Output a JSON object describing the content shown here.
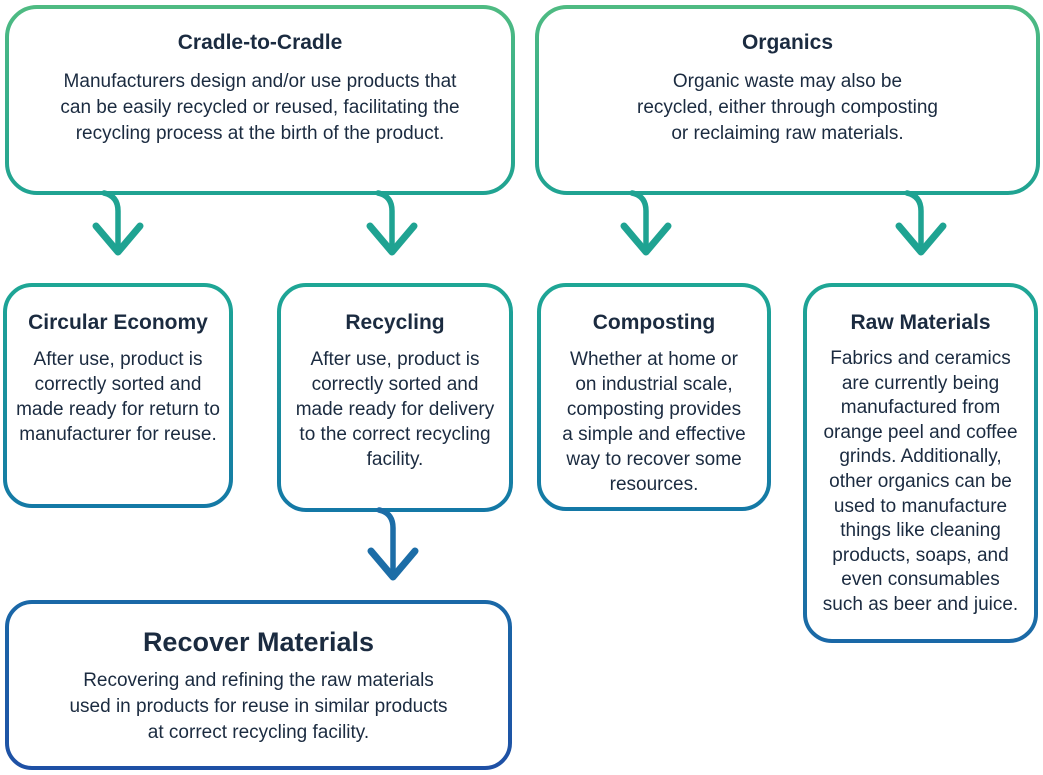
{
  "diagram_title": "Recycling pathways flow diagram",
  "colors": {
    "green_top": "#4fbb82",
    "teal": "#1fa392",
    "teal_mid_top": "#1ea795",
    "blue_mid_bottom": "#1478a6",
    "blue_raw_bottom": "#1a68a7",
    "blue_arrow": "#1c6da7",
    "royal_top": "#1a68a7",
    "royal_bottom": "#1e50a5",
    "text": "#1b2b40"
  },
  "boxes": {
    "cradle_to_cradle": {
      "title": "Cradle-to-Cradle",
      "body": "Manufacturers design and/or use products that\ncan be easily recycled or reused, facilitating the\nrecycling process at the birth of the product."
    },
    "organics": {
      "title": "Organics",
      "body": "Organic waste may also be\nrecycled, either through composting\nor reclaiming raw materials."
    },
    "circular_economy": {
      "title": "Circular Economy",
      "body": "After use, product is\ncorrectly sorted and\nmade ready for return to\nmanufacturer for reuse."
    },
    "recycling": {
      "title": "Recycling",
      "body": "After use, product is\ncorrectly sorted and\nmade ready for delivery\nto the correct recycling\nfacility."
    },
    "composting": {
      "title": "Composting",
      "body": "Whether at home or\non industrial scale,\ncomposting provides\na simple and effective\nway to recover some\nresources."
    },
    "raw_materials": {
      "title": "Raw Materials",
      "body": "Fabrics and ceramics\nare currently being\nmanufactured from\norange peel and coffee\ngrinds. Additionally,\nother organics can be\nused to manufacture\nthings like cleaning\nproducts, soaps, and\neven consumables\nsuch as beer and juice."
    },
    "recover_materials": {
      "title": "Recover Materials",
      "body": "Recovering and refining the raw materials\nused in products for reuse in similar products\nat correct recycling facility."
    }
  }
}
